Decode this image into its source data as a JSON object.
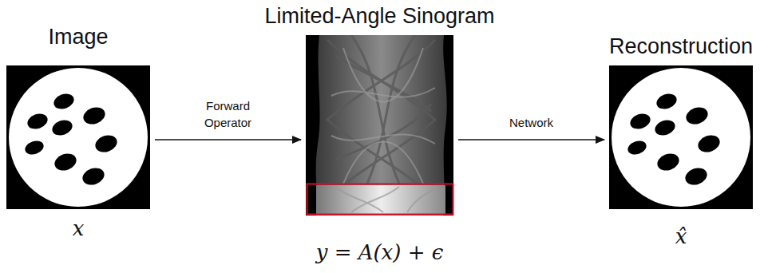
{
  "diagram": {
    "nodes": [
      {
        "text": [
          "Image",
          "x"
        ]
      },
      {
        "text": [
          "Limited-Angle Sinogram",
          "y = A(x) + ϵ"
        ]
      },
      {
        "text": [
          "Reconstruction",
          "x̂"
        ]
      }
    ],
    "edges": [
      {
        "from": 0,
        "to": 1,
        "label": "Forward Operator",
        "arrow": "to"
      },
      {
        "from": 1,
        "to": 2,
        "label": "Network",
        "arrow": "to"
      }
    ]
  }
}
